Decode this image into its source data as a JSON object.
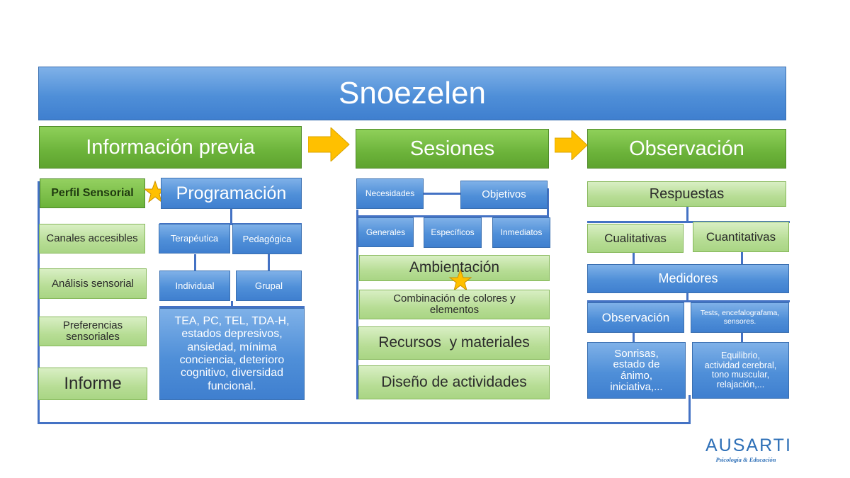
{
  "title": "Snoezelen",
  "columns": {
    "info": {
      "header": "Información previa",
      "perfil": "Perfil Sensorial",
      "items": [
        "Canales accesibles",
        "Análisis sensorial",
        "Preferencias sensoriales"
      ],
      "informe": "Informe",
      "programacion": {
        "title": "Programación",
        "types": [
          "Terapéutica",
          "Pedagógica"
        ],
        "modes": [
          "Individual",
          "Grupal"
        ],
        "population": "TEA, PC, TEL, TDA-H, estados depresivos, ansiedad, mínima conciencia, deterioro cognitivo, diversidad funcional."
      }
    },
    "sesiones": {
      "header": "Sesiones",
      "necesidades": "Necesidades",
      "objetivos": "Objetivos",
      "objective_types": [
        "Generales",
        "Específicos",
        "Inmediatos"
      ],
      "ambientacion": "Ambientación",
      "combinacion": "Combinación de colores y elementos",
      "recursos": "Recursos  y materiales",
      "diseno": "Diseño de actividades"
    },
    "observacion": {
      "header": "Observación",
      "respuestas": "Respuestas",
      "cualitativas": "Cualitativas",
      "cuantitativas": "Cuantitativas",
      "medidores": "Medidores",
      "obs_method": "Observación",
      "tests": "Tests, encefalografama, sensores.",
      "qual_examples": "Sonrisas, estado de ánimo, iniciativa,...",
      "quant_examples": "Equilibrio, actividad cerebral, tono muscular, relajación,..."
    }
  },
  "logo": {
    "name": "AUSARTI",
    "tagline": "Psicología & Educación"
  },
  "colors": {
    "blue": "#4f8fd8",
    "green": "#6cb33a",
    "light_green": "#b7dd95",
    "arrow": "#ffc000",
    "connector": "#4472c4"
  }
}
